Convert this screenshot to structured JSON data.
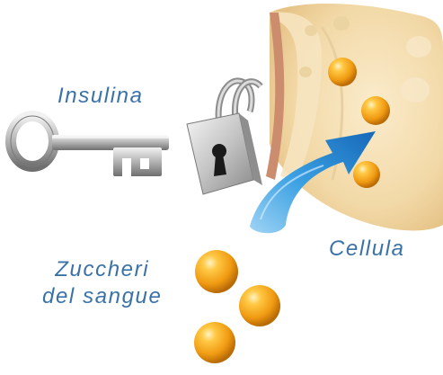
{
  "labels": {
    "key": "Insulina",
    "cell": "Cellula",
    "sugar_line1": "Zuccheri",
    "sugar_line2": "del sangue"
  },
  "icons": [
    "key-icon",
    "padlock-icon",
    "cell-icon",
    "arrow-icon",
    "glucose-sphere-icon"
  ],
  "colors": {
    "label_text": "#3a72a8",
    "arrow": "#2a8fd6",
    "sphere": "#f3a51c",
    "cell_fill": "#f4ddb2",
    "cell_membrane": "#cc8c6e"
  }
}
